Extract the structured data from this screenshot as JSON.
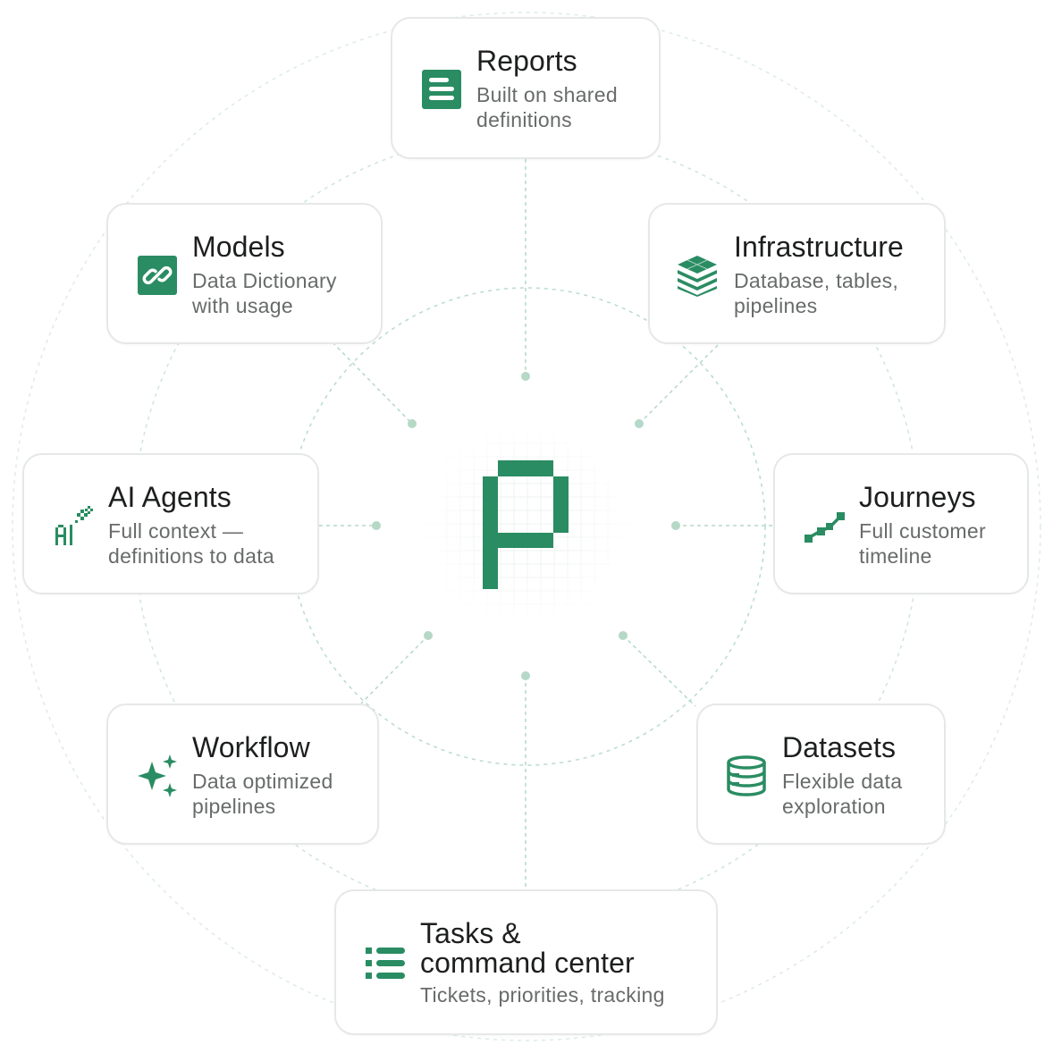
{
  "colors": {
    "accent": "#2a8c62",
    "connector": "#b5d8c7",
    "ring": "#cfe5da",
    "card_border": "#e6e8e7",
    "title_text": "#1d1f1e",
    "desc_text": "#676b69"
  },
  "center": {
    "icon": "product-logo-icon"
  },
  "cards": {
    "reports": {
      "title": "Reports",
      "desc_lines": [
        "Built on shared",
        "definitions"
      ],
      "icon": "document-icon"
    },
    "models": {
      "title": "Models",
      "desc_lines": [
        "Data Dictionary",
        "with usage"
      ],
      "icon": "link-icon"
    },
    "infrastructure": {
      "title": "Infrastructure",
      "desc_lines": [
        "Database, tables,",
        "pipelines"
      ],
      "icon": "layers-icon"
    },
    "ai_agents": {
      "title": "AI Agents",
      "desc_lines": [
        "Full context —",
        "definitions to data"
      ],
      "icon": "ai-sparkle-icon"
    },
    "journeys": {
      "title": "Journeys",
      "desc_lines": [
        "Full customer",
        "timeline"
      ],
      "icon": "timeline-icon"
    },
    "workflow": {
      "title": "Workflow",
      "desc_lines": [
        "Data optimized",
        "pipelines"
      ],
      "icon": "sparkles-icon"
    },
    "datasets": {
      "title": "Datasets",
      "desc_lines": [
        "Flexible data",
        "exploration"
      ],
      "icon": "database-icon"
    },
    "tasks": {
      "title_lines": [
        "Tasks &",
        "command center"
      ],
      "desc": "Tickets, priorities, tracking",
      "icon": "list-icon"
    }
  }
}
